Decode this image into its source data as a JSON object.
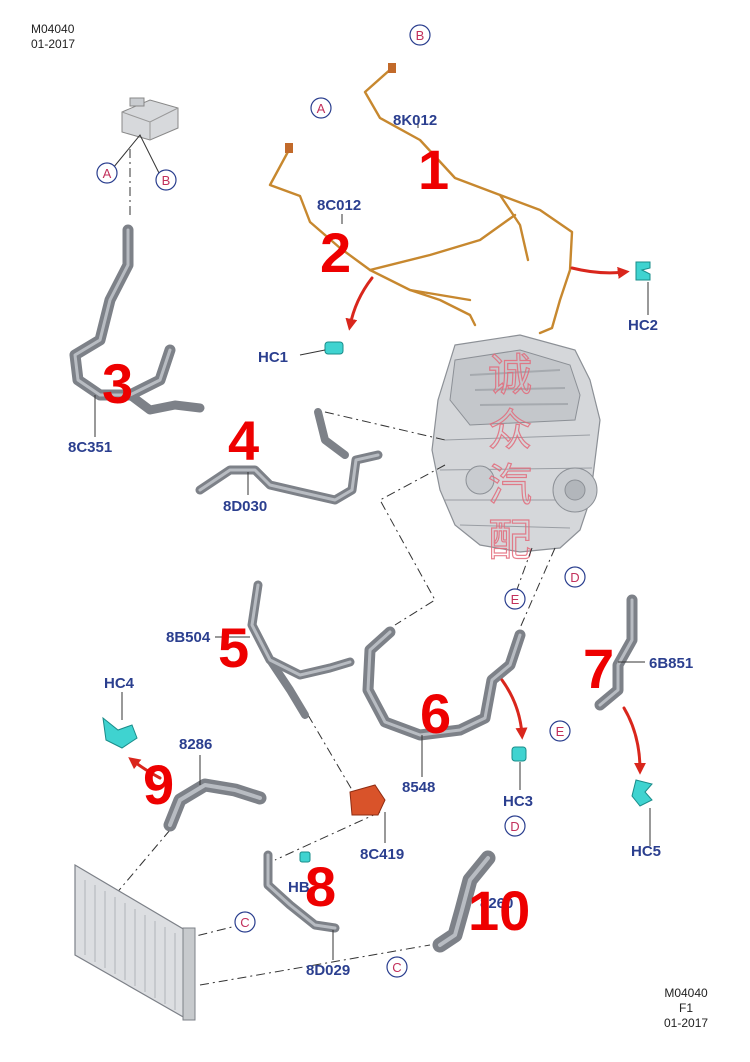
{
  "header": {
    "code": "M04040",
    "date": "01-2017"
  },
  "footer": {
    "code": "M04040",
    "sheet": "F1",
    "date": "01-2017"
  },
  "watermark": [
    "诚",
    "众",
    "汽",
    "配"
  ],
  "parts": {
    "p8K012": "8K012",
    "p8C012": "8C012",
    "p8C351": "8C351",
    "p8D030": "8D030",
    "p8B504": "8B504",
    "p6B851": "6B851",
    "p8286": "8286",
    "p8548": "8548",
    "p8C419": "8C419",
    "p8D029": "8D029",
    "p8260": "8260"
  },
  "clips": {
    "HC1": "HC1",
    "HC2": "HC2",
    "HC3": "HC3",
    "HC4": "HC4",
    "HC5": "HC5",
    "HB": "HB"
  },
  "connectors": {
    "A": "A",
    "B": "B",
    "C": "C",
    "D": "D",
    "E": "E"
  },
  "callouts": {
    "n1": "1",
    "n2": "2",
    "n3": "3",
    "n4": "4",
    "n5": "5",
    "n6": "6",
    "n7": "7",
    "n8": "8",
    "n9": "9",
    "n10": "10"
  },
  "colors": {
    "callout": "#ee0000",
    "part_label": "#2b3f8f",
    "wire": "#c7882f",
    "clip": "#3fd3d0",
    "arrow": "#d9261c"
  }
}
